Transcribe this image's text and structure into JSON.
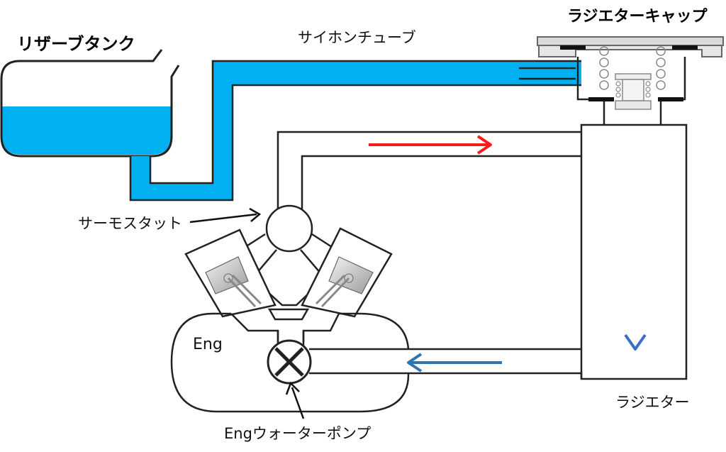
{
  "labels": {
    "reserve_tank": "リザーブタンク",
    "siphon_tube": "サイホンチューブ",
    "radiator_cap": "ラジエターキャップ",
    "thermostat": "サーモスタット",
    "engine": "Eng",
    "water_pump": "Engウォーターポンプ",
    "radiator": "ラジエター"
  },
  "colors": {
    "coolant": "#00b0f0",
    "hot_flow": "#ff1a1a",
    "cold_flow": "#2e75b6",
    "outline": "#222222",
    "cap_body": "#d9d9d9"
  },
  "icons": {
    "hot_arrow": "arrow-right-icon",
    "cold_arrow": "arrow-left-icon",
    "radiator_flow": "arrow-down-gradient-icon",
    "water_pump": "x-circle-icon",
    "piston": "piston-icon"
  }
}
